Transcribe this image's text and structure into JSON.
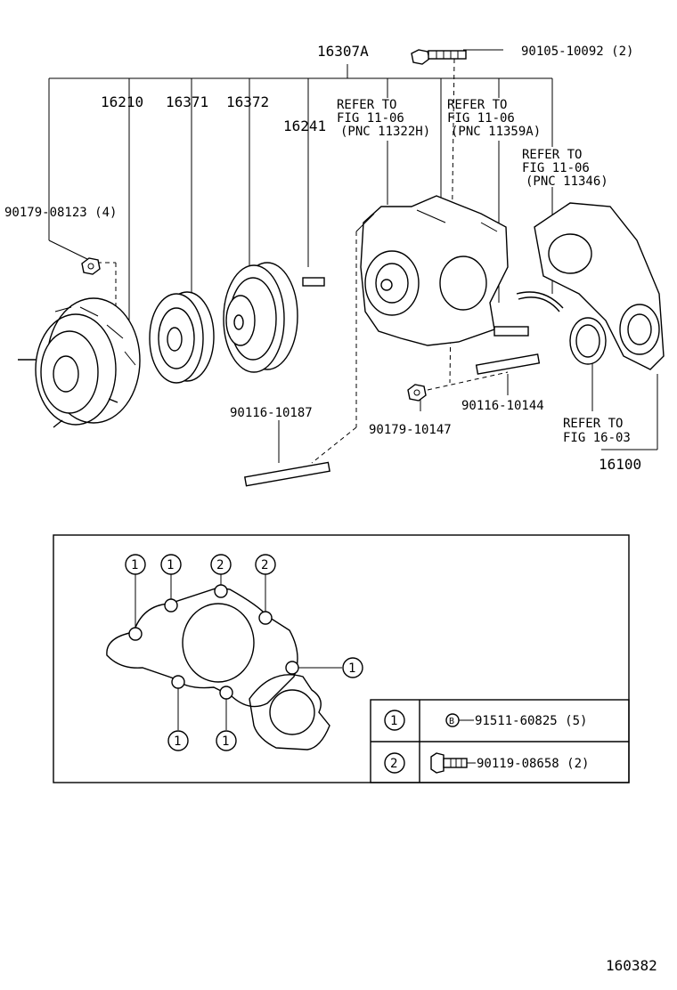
{
  "parts": {
    "top_assembly": "16307A",
    "bolt_top": "90105-10092 (2)",
    "fan_clutch": "16210",
    "pulley_1": "16371",
    "pulley_2": "16372",
    "stud_small": "16241",
    "nut_left": "90179-08123 (4)",
    "long_stud": "90116-10187",
    "nut_center": "90179-10147",
    "stud_right": "90116-10144",
    "water_pump_assy": "16100"
  },
  "refs": {
    "ref1": {
      "line1": "REFER TO",
      "line2": "FIG 11-06",
      "line3": "(PNC 11322H)"
    },
    "ref2": {
      "line1": "REFER TO",
      "line2": "FIG 11-06",
      "line3": "(PNC 11359A)"
    },
    "ref3": {
      "line1": "REFER TO",
      "line2": "FIG 11-06",
      "line3": "(PNC 11346)"
    },
    "ref4": {
      "line1": "REFER TO",
      "line2": "FIG 16-03"
    }
  },
  "gasket_detail": {
    "markers": [
      "1",
      "1",
      "2",
      "2",
      "1",
      "1",
      "1"
    ],
    "legend": [
      {
        "key": "1",
        "icon": "B",
        "part": "91511-60825 (5)"
      },
      {
        "key": "2",
        "part": "90119-08658 (2)"
      }
    ]
  },
  "figure_number": "160382"
}
